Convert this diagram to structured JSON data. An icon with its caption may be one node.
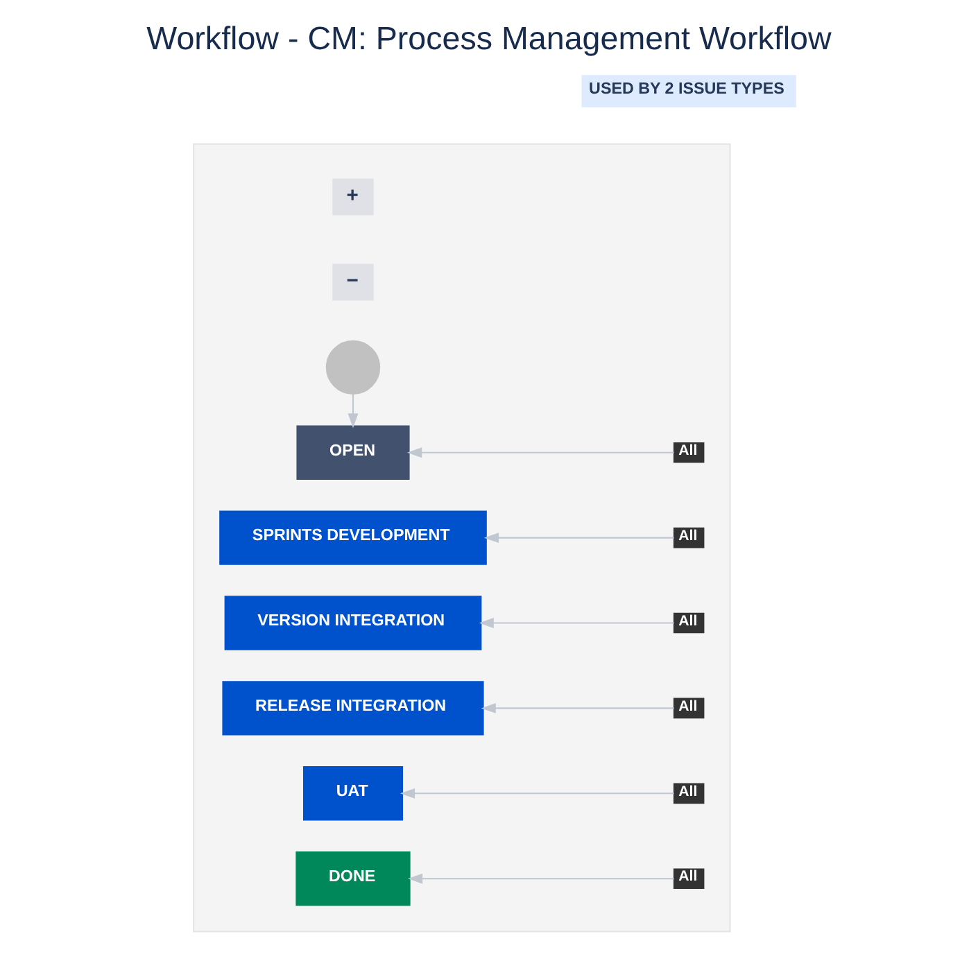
{
  "diagram": {
    "title": "Workflow - CM: Process Management Workflow",
    "nodes": [
      {
        "text": [],
        "shape": "box"
      },
      {
        "text": [],
        "shape": "circle",
        "in": 0
      },
      {
        "text": [
          "OPEN"
        ],
        "in": 0
      },
      {
        "text": [
          "All"
        ],
        "in": 0
      },
      {
        "text": [
          "SPRINTS DEVELOPMENT"
        ],
        "in": 0
      },
      {
        "text": [
          "All"
        ],
        "in": 0
      },
      {
        "text": [
          "VERSION INTEGRATION"
        ],
        "in": 0
      },
      {
        "text": [
          "All"
        ],
        "in": 0
      },
      {
        "text": [
          "RELEASE INTEGRATION"
        ],
        "in": 0
      },
      {
        "text": [
          "All"
        ],
        "in": 0
      },
      {
        "text": [
          "UAT"
        ],
        "in": 0
      },
      {
        "text": [
          "All"
        ],
        "in": 0
      },
      {
        "text": [
          "DONE"
        ],
        "in": 0
      },
      {
        "text": [
          "All"
        ],
        "in": 0
      }
    ],
    "edges": [
      {
        "from": 1,
        "to": 2,
        "arrow": "to"
      },
      {
        "from": 3,
        "to": 2,
        "arrow": "to"
      },
      {
        "from": 5,
        "to": 4,
        "arrow": "to"
      },
      {
        "from": 7,
        "to": 6,
        "arrow": "to"
      },
      {
        "from": 9,
        "to": 8,
        "arrow": "to"
      },
      {
        "from": 11,
        "to": 10,
        "arrow": "to"
      },
      {
        "from": 13,
        "to": 12,
        "arrow": "to"
      }
    ],
    "labels": [
      "USED BY 2 ISSUE TYPES",
      "+",
      "−"
    ]
  }
}
